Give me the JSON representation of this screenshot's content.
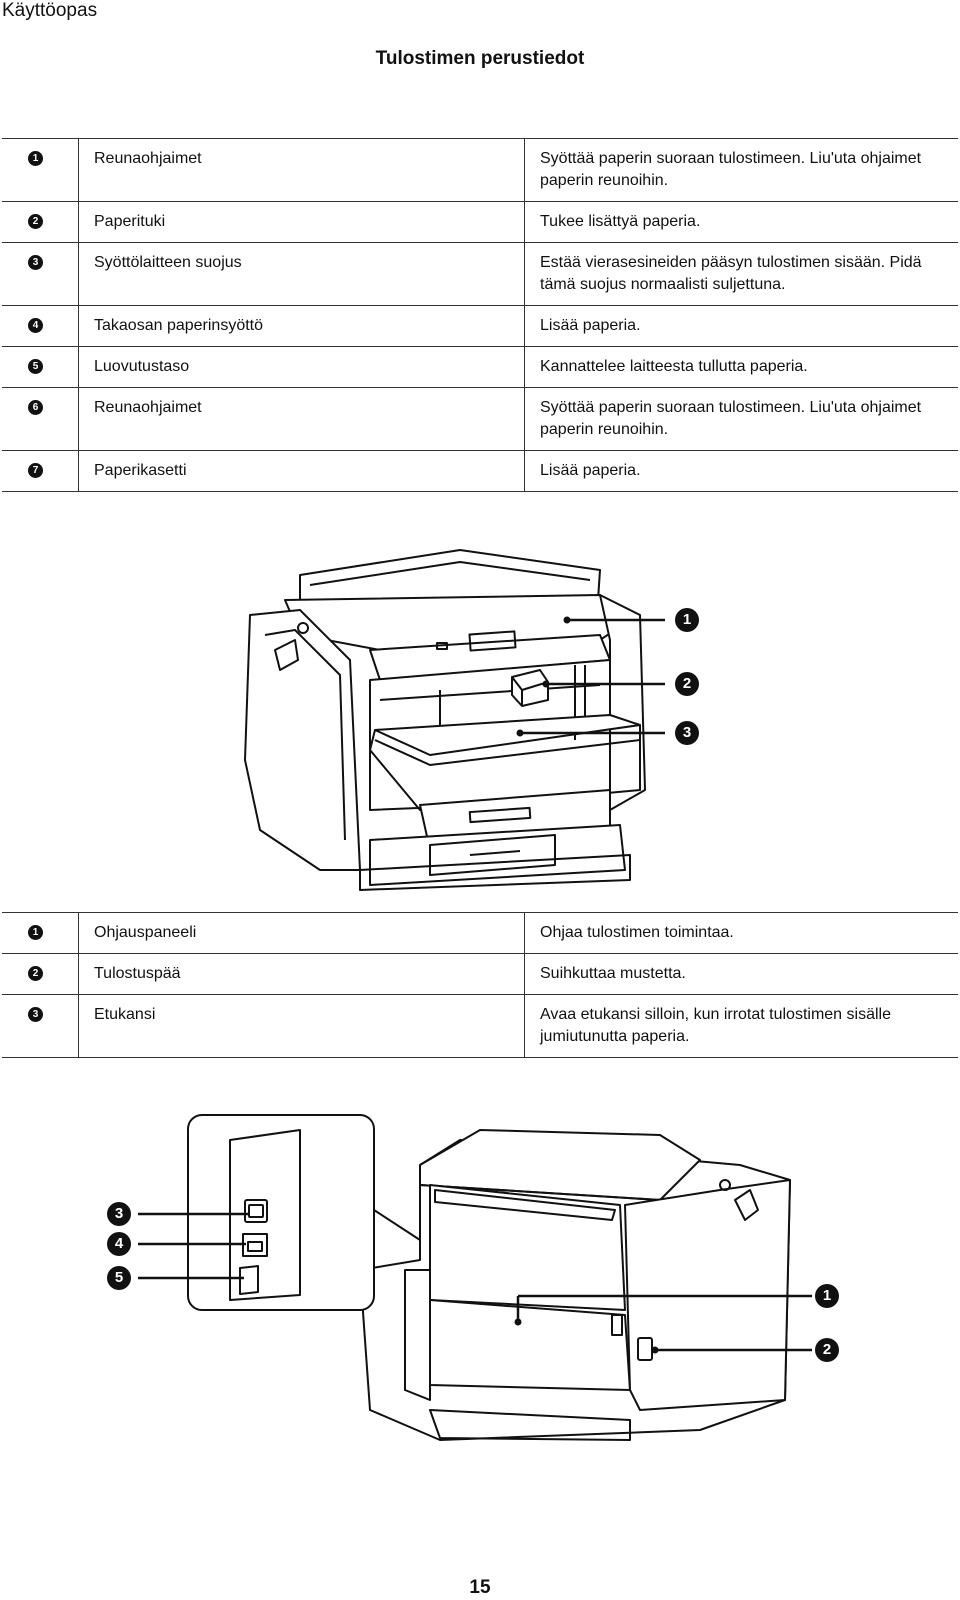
{
  "header": {
    "label": "Käyttöopas"
  },
  "section": {
    "title": "Tulostimen perustiedot"
  },
  "table1": [
    {
      "num": "1",
      "name": "Reunaohjaimet",
      "desc": "Syöttää paperin suoraan tulostimeen. Liu'uta ohjaimet paperin reunoihin."
    },
    {
      "num": "2",
      "name": "Paperituki",
      "desc": "Tukee lisättyä paperia."
    },
    {
      "num": "3",
      "name": "Syöttölaitteen suojus",
      "desc": "Estää vierasesineiden pääsyn tulostimen sisään. Pidä tämä suojus normaalisti suljettuna."
    },
    {
      "num": "4",
      "name": "Takaosan paperinsyöttö",
      "desc": "Lisää paperia."
    },
    {
      "num": "5",
      "name": "Luovutustaso",
      "desc": "Kannattelee laitteesta tullutta paperia."
    },
    {
      "num": "6",
      "name": "Reunaohjaimet",
      "desc": "Syöttää paperin suoraan tulostimeen. Liu'uta ohjaimet paperin reunoihin."
    },
    {
      "num": "7",
      "name": "Paperikasetti",
      "desc": "Lisää paperia."
    }
  ],
  "diagram1": {
    "callouts": [
      "1",
      "2",
      "3"
    ]
  },
  "table2": [
    {
      "num": "1",
      "name": "Ohjauspaneeli",
      "desc": "Ohjaa tulostimen toimintaa."
    },
    {
      "num": "2",
      "name": "Tulostuspää",
      "desc": "Suihkuttaa mustetta."
    },
    {
      "num": "3",
      "name": "Etukansi",
      "desc": "Avaa etukansi silloin, kun irrotat tulostimen sisälle jumiutunutta paperia."
    }
  ],
  "diagram2": {
    "callouts_left": [
      "3",
      "4",
      "5"
    ],
    "callouts_right": [
      "1",
      "2"
    ]
  },
  "footer": {
    "page_number": "15"
  }
}
